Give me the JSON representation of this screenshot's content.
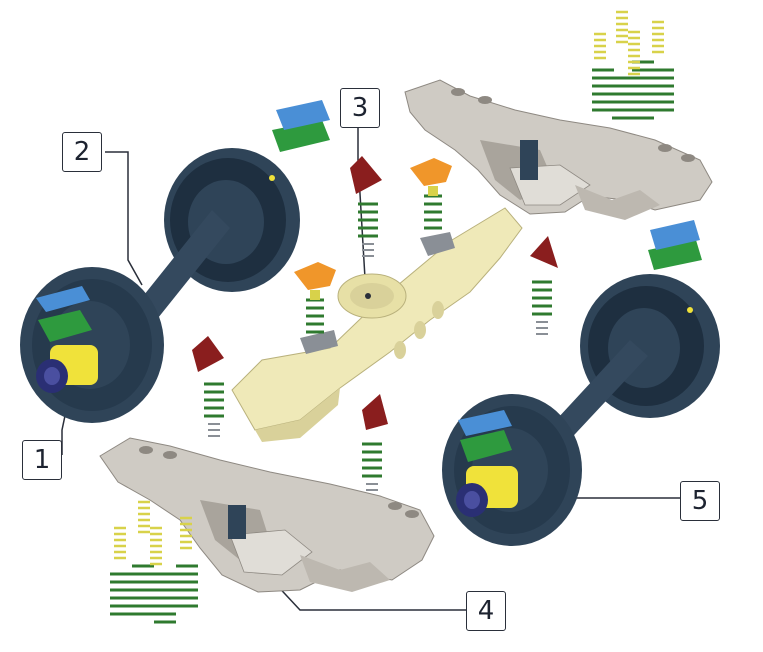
{
  "diagram": {
    "callouts": [
      {
        "id": "1",
        "label": "1"
      },
      {
        "id": "2",
        "label": "2"
      },
      {
        "id": "3",
        "label": "3"
      },
      {
        "id": "4",
        "label": "4"
      },
      {
        "id": "5",
        "label": "5"
      }
    ],
    "colors": {
      "wheel": "#2f4458",
      "wheel_dark": "#1e2f40",
      "bolster": "#efe9b8",
      "bolster_shade": "#d9d19a",
      "side_frame": "#cfcbc4",
      "side_frame_shade": "#a9a49c",
      "spring_green": "#2f7a2f",
      "spring_yellow": "#d8d24a",
      "wedge_red": "#8a1e1e",
      "pad_orange": "#f0962a",
      "adapter_blue": "#4a8fd6",
      "adapter_green": "#2e9a3e",
      "bearing_yellow": "#f0e23a",
      "bearing_cap": "#2a2f74"
    }
  }
}
